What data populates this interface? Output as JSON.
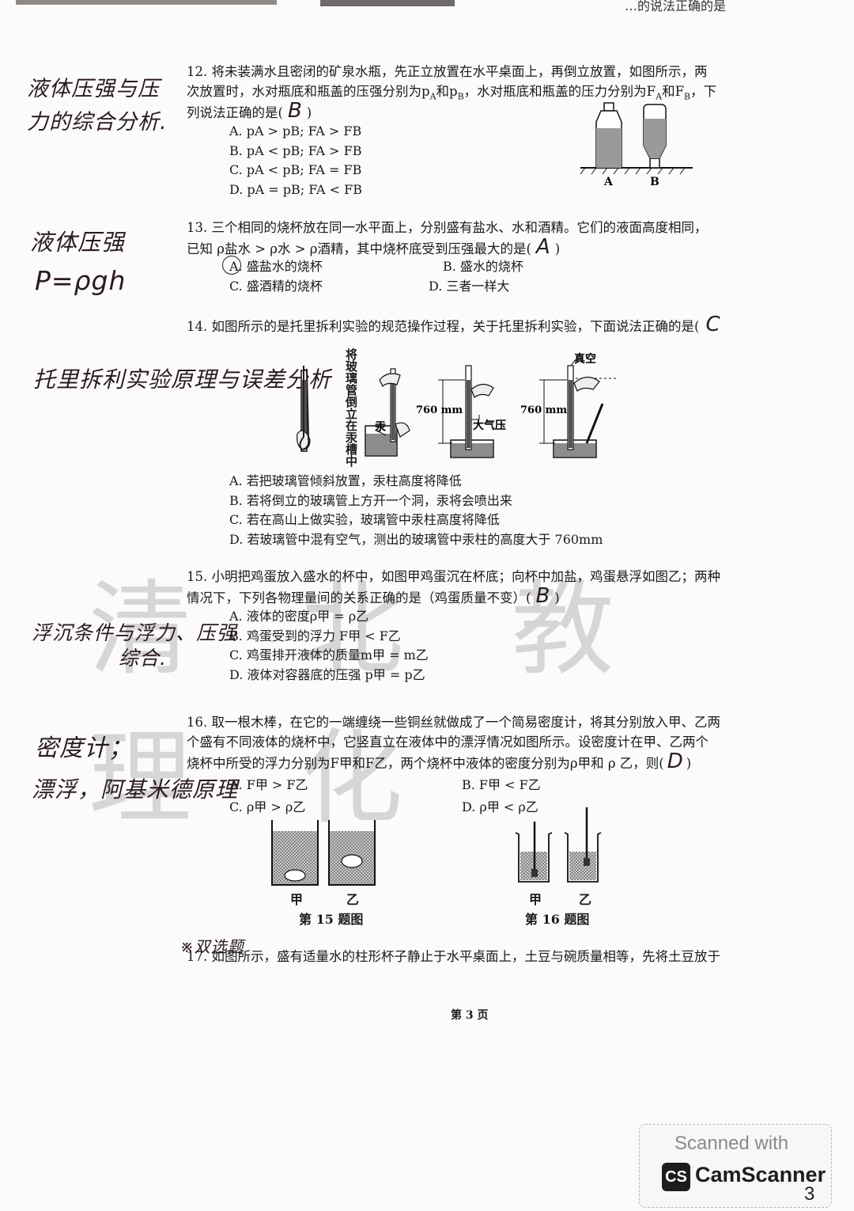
{
  "header": {
    "partial_text": "…的说法正确的是"
  },
  "watermark": "清 北 教 理 化",
  "q12": {
    "stem_1": "12. 将未装满水且密闭的矿泉水瓶，先正立放置在水平桌面上，再倒立放置，如图所示，两",
    "stem_2": "次放置时，水对瓶底和瓶盖的压强分别为p",
    "stem_2b": "A",
    "stem_2c": "和p",
    "stem_2d": "B",
    "stem_2e": "，水对瓶底和瓶盖的压力分别为F",
    "stem_2f": "A",
    "stem_2g": "和F",
    "stem_2h": "B",
    "stem_2i": "，下",
    "stem_3": "列说法正确的是(",
    "answer": "B",
    "stem_3_end": ")",
    "options": [
      "A. pA > pB; FA > FB",
      "B. pA < pB; FA > FB",
      "C. pA < pB; FA = FB",
      "D. pA = pB; FA < FB"
    ],
    "fig_label_a": "A",
    "fig_label_b": "B",
    "note": "液体压强与压力的综合分析."
  },
  "q13": {
    "stem_1": "13. 三个相同的烧杯放在同一水平面上，分别盛有盐水、水和酒精。它们的液面高度相同，",
    "stem_2": "已知 ρ盐水 > ρ水 > ρ酒精，其中烧杯底受到压强最大的是(",
    "answer": "A",
    "stem_2_end": ")",
    "options": [
      "A. 盛盐水的烧杯",
      "B. 盛水的烧杯",
      "C. 盛酒精的烧杯",
      "D. 三者一样大"
    ],
    "note_1": "液体压强",
    "note_2": "P=ρgh"
  },
  "q14": {
    "stem": "14. 如图所示的是托里拆利实验的规范操作过程，关于托里拆利实验，下面说法正确的是(",
    "answer": "C",
    "note": "托里拆利实验原理与误差分析",
    "fig_vertical": "将玻璃管倒立在汞槽中",
    "fig_mercury": "汞",
    "fig_760_a": "760 mm",
    "fig_760_b": "760 mm",
    "fig_atm": "大气压",
    "fig_vacuum": "真空",
    "options": [
      "A. 若把玻璃管倾斜放置，汞柱高度将降低",
      "B. 若将倒立的玻璃管上方开一个洞，汞将会喷出来",
      "C. 若在高山上做实验，玻璃管中汞柱高度将降低",
      "D. 若玻璃管中混有空气，测出的玻璃管中汞柱的高度大于 760mm"
    ]
  },
  "q15": {
    "stem_1": "15. 小明把鸡蛋放入盛水的杯中，如图甲鸡蛋沉在杯底；向杯中加盐，鸡蛋悬浮如图乙；两种",
    "stem_2": "情况下，下列各物理量间的关系正确的是（鸡蛋质量不变）(",
    "answer": "B",
    "stem_2_end": ")",
    "options": [
      "A. 液体的密度ρ甲 = ρ乙",
      "B. 鸡蛋受到的浮力 F甲 < F乙",
      "C. 鸡蛋排开液体的质量m甲 = m乙",
      "D. 液体对容器底的压强 p甲 = p乙"
    ],
    "note_1": "浮沉条件与浮力、压强",
    "note_2": "综合."
  },
  "q16": {
    "stem_1": "16. 取一根木棒，在它的一端缠绕一些铜丝就做成了一个简易密度计，将其分别放入甲、乙两",
    "stem_2": "个盛有不同液体的烧杯中，它竖直立在液体中的漂浮情况如图所示。设密度计在甲、乙两个",
    "stem_3": "烧杯中所受的浮力分别为F甲和F乙，两个烧杯中液体的密度分别为ρ甲和 ρ 乙，则(",
    "answer": "D",
    "stem_3_end": ")",
    "options": [
      "A. F甲 > F乙",
      "B. F甲 < F乙",
      "C. ρ甲 > ρ乙",
      "D. ρ甲 < ρ乙"
    ],
    "note_1": "密度计；",
    "note_2": "漂浮，阿基米德原理",
    "fig15_l": "甲",
    "fig15_r": "乙",
    "fig15_cap": "第 15 题图",
    "fig16_l": "甲",
    "fig16_r": "乙",
    "fig16_cap": "第 16 题图"
  },
  "q17": {
    "note": "※双选题",
    "stem": "17. 如图所示，盛有适量水的柱形杯子静止于水平桌面上，土豆与碗质量相等，先将土豆放于"
  },
  "footer": {
    "page": "第 3 页"
  },
  "camscanner": {
    "line1": "Scanned with",
    "brand": "CamScanner",
    "logo": "CS",
    "page_num": "3"
  }
}
